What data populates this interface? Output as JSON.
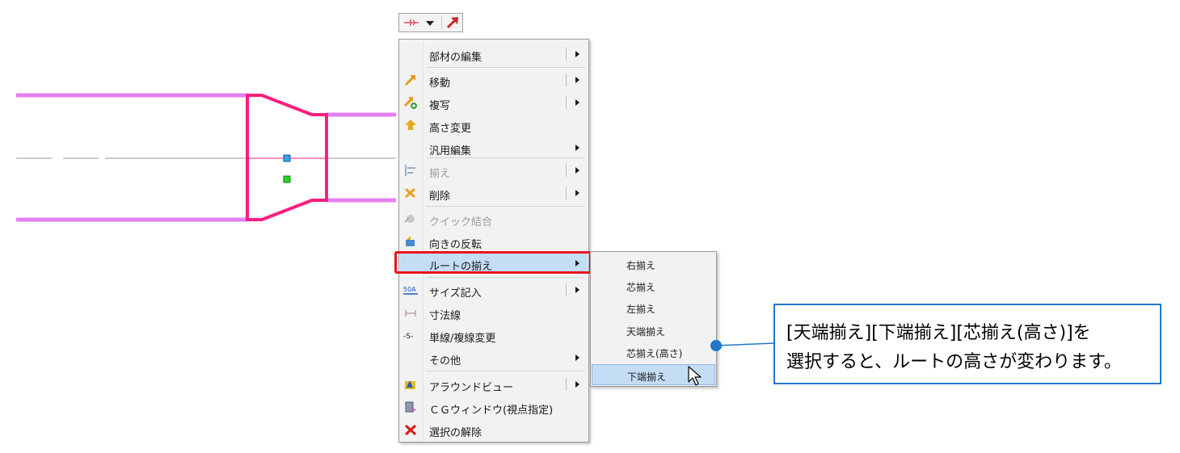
{
  "toolbar": {
    "items": [
      {
        "icon": "route-symbol-icon"
      },
      {
        "icon": "dropdown-arrow-icon"
      },
      {
        "icon": "pointer-arrow-icon"
      }
    ]
  },
  "context_menu": {
    "items": [
      {
        "label": "部材の編集",
        "has_submenu": true
      },
      {
        "label": "移動",
        "has_submenu": true,
        "icon": "move-icon"
      },
      {
        "label": "複写",
        "has_submenu": true,
        "icon": "copy-icon"
      },
      {
        "label": "高さ変更",
        "has_submenu": false,
        "icon": "height-change-icon"
      },
      {
        "label": "汎用編集",
        "has_submenu": true
      },
      {
        "label": "揃え",
        "has_submenu": true,
        "icon": "align-icon",
        "disabled": true
      },
      {
        "label": "削除",
        "has_submenu": true,
        "icon": "delete-icon"
      },
      {
        "label": "クイック結合",
        "has_submenu": false,
        "icon": "quick-join-icon",
        "disabled": true
      },
      {
        "label": "向きの反転",
        "has_submenu": false,
        "icon": "reverse-direction-icon"
      },
      {
        "label": "ルートの揃え",
        "has_submenu": true,
        "highlighted": true
      },
      {
        "label": "サイズ記入",
        "has_submenu": true,
        "icon": "size-label-icon",
        "icon_text": "50A"
      },
      {
        "label": "寸法線",
        "has_submenu": false,
        "icon": "dimension-line-icon"
      },
      {
        "label": "単線/複線変更",
        "has_submenu": false,
        "icon": "single-double-line-icon",
        "icon_text": "-S-"
      },
      {
        "label": "その他",
        "has_submenu": true
      },
      {
        "label": "アラウンドビュー",
        "has_submenu": true,
        "icon": "around-view-icon"
      },
      {
        "label": "ＣＧウィンドウ(視点指定)",
        "has_submenu": false,
        "icon": "cg-window-icon"
      },
      {
        "label": "選択の解除",
        "has_submenu": false,
        "icon": "deselect-icon"
      }
    ]
  },
  "submenu": {
    "items": [
      {
        "label": "右揃え"
      },
      {
        "label": "芯揃え"
      },
      {
        "label": "左揃え"
      },
      {
        "label": "天端揃え"
      },
      {
        "label": "芯揃え(高さ)"
      },
      {
        "label": "下端揃え",
        "highlighted": true
      }
    ]
  },
  "callout": {
    "line1": "[天端揃え][下端揃え][芯揃え(高さ)]を",
    "line2": "選択すると、ルートの高さが変わります。"
  },
  "colors": {
    "pipe": "#e680f2",
    "fitting": "#ff1f7f",
    "highlight_box": "#e8141e",
    "callout_border": "#1f78c8",
    "menu_highlight": "#c5dcf5"
  }
}
